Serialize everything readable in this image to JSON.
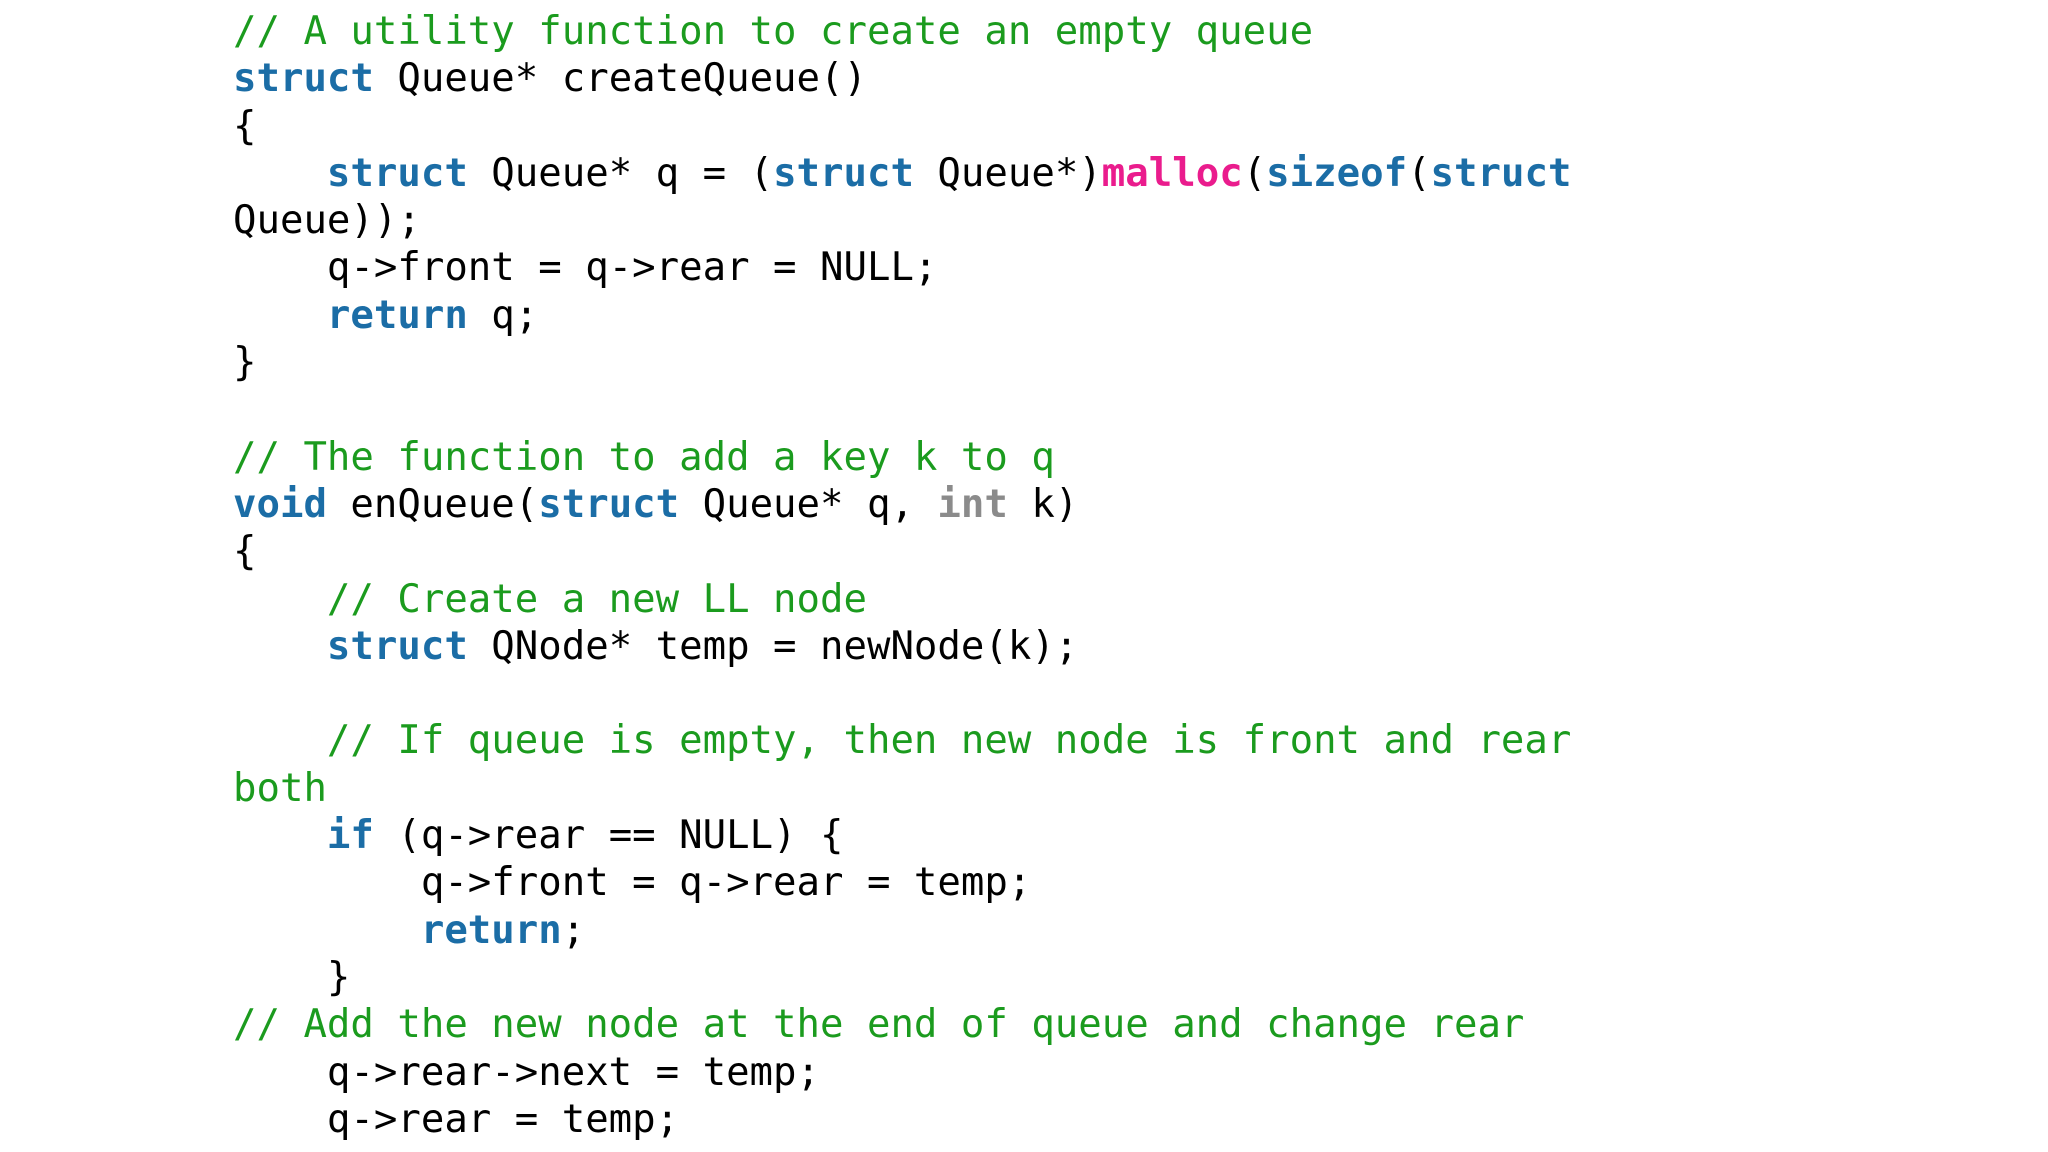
{
  "page": {
    "background": "#ffffff"
  },
  "colors": {
    "plain": "#000000",
    "comment": "#1b9b1e",
    "keyword": "#1b6da6",
    "function": "#ea1c8d",
    "type_muted": "#8b8b8b"
  },
  "code": {
    "language": "c",
    "lines": [
      {
        "tokens": [
          {
            "t": "// A utility function to create an empty queue",
            "c": "comment"
          }
        ]
      },
      {
        "tokens": [
          {
            "t": "struct",
            "c": "keyword"
          },
          {
            "t": " Queue* createQueue()",
            "c": "plain"
          }
        ]
      },
      {
        "tokens": [
          {
            "t": "{",
            "c": "plain"
          }
        ]
      },
      {
        "tokens": [
          {
            "t": "    ",
            "c": "plain"
          },
          {
            "t": "struct",
            "c": "keyword"
          },
          {
            "t": " Queue* q = (",
            "c": "plain"
          },
          {
            "t": "struct",
            "c": "keyword"
          },
          {
            "t": " Queue*)",
            "c": "plain"
          },
          {
            "t": "malloc",
            "c": "function"
          },
          {
            "t": "(",
            "c": "plain"
          },
          {
            "t": "sizeof",
            "c": "keyword"
          },
          {
            "t": "(",
            "c": "plain"
          },
          {
            "t": "struct",
            "c": "keyword"
          }
        ]
      },
      {
        "tokens": [
          {
            "t": "Queue));",
            "c": "plain"
          }
        ]
      },
      {
        "tokens": [
          {
            "t": "    q->front = q->rear = NULL;",
            "c": "plain"
          }
        ]
      },
      {
        "tokens": [
          {
            "t": "    ",
            "c": "plain"
          },
          {
            "t": "return",
            "c": "keyword"
          },
          {
            "t": " q;",
            "c": "plain"
          }
        ]
      },
      {
        "tokens": [
          {
            "t": "}",
            "c": "plain"
          }
        ]
      },
      {
        "tokens": []
      },
      {
        "tokens": [
          {
            "t": "// The function to add a key k to q",
            "c": "comment"
          }
        ]
      },
      {
        "tokens": [
          {
            "t": "void",
            "c": "keyword"
          },
          {
            "t": " enQueue(",
            "c": "plain"
          },
          {
            "t": "struct",
            "c": "keyword"
          },
          {
            "t": " Queue* q, ",
            "c": "plain"
          },
          {
            "t": "int",
            "c": "type_muted"
          },
          {
            "t": " k)",
            "c": "plain"
          }
        ]
      },
      {
        "tokens": [
          {
            "t": "{",
            "c": "plain"
          }
        ]
      },
      {
        "tokens": [
          {
            "t": "    ",
            "c": "plain"
          },
          {
            "t": "// Create a new LL node",
            "c": "comment"
          }
        ]
      },
      {
        "tokens": [
          {
            "t": "    ",
            "c": "plain"
          },
          {
            "t": "struct",
            "c": "keyword"
          },
          {
            "t": " QNode* temp = newNode(k);",
            "c": "plain"
          }
        ]
      },
      {
        "tokens": []
      },
      {
        "tokens": [
          {
            "t": "    ",
            "c": "plain"
          },
          {
            "t": "// If queue is empty, then new node is front and rear",
            "c": "comment"
          }
        ]
      },
      {
        "tokens": [
          {
            "t": "both",
            "c": "comment"
          }
        ]
      },
      {
        "tokens": [
          {
            "t": "    ",
            "c": "plain"
          },
          {
            "t": "if",
            "c": "keyword"
          },
          {
            "t": " (q->rear == NULL) {",
            "c": "plain"
          }
        ]
      },
      {
        "tokens": [
          {
            "t": "        q->front = q->rear = temp;",
            "c": "plain"
          }
        ]
      },
      {
        "tokens": [
          {
            "t": "        ",
            "c": "plain"
          },
          {
            "t": "return",
            "c": "keyword"
          },
          {
            "t": ";",
            "c": "plain"
          }
        ]
      },
      {
        "tokens": [
          {
            "t": "    }",
            "c": "plain"
          }
        ]
      },
      {
        "tokens": [
          {
            "t": "// Add the new node at the end of queue and change rear",
            "c": "comment"
          }
        ]
      },
      {
        "tokens": [
          {
            "t": "    q->rear->next = temp;",
            "c": "plain"
          }
        ]
      },
      {
        "tokens": [
          {
            "t": "    q->rear = temp;",
            "c": "plain"
          }
        ]
      }
    ]
  }
}
